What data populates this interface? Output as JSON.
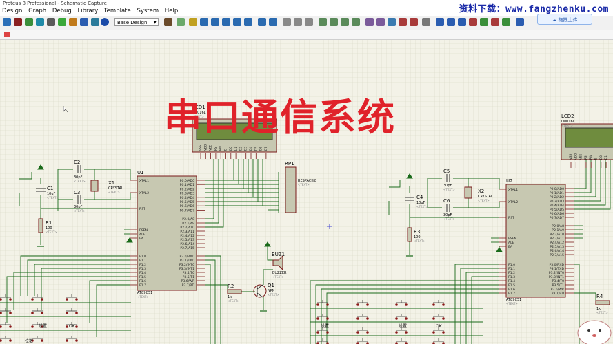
{
  "window": {
    "title": "Proteus 8 Professional - Schematic Capture"
  },
  "menu": [
    "Design",
    "Graph",
    "Debug",
    "Library",
    "Template",
    "System",
    "Help"
  ],
  "watermark": "资料下载：www.fangzhenku.com",
  "toolbar": {
    "style_select": "Base Design",
    "upload_label": "拖拽上传"
  },
  "canvas": {
    "title": "串口通信系统",
    "lcd1": {
      "ref": "LCD1",
      "part": "LM016L",
      "text": "<TEXT>"
    },
    "lcd2": {
      "ref": "LCD2",
      "part": "LM016L",
      "text": "<TEXT>"
    },
    "u1": {
      "ref": "U1",
      "part": "AT89C51",
      "text": "<TEXT>"
    },
    "u2": {
      "ref": "U2",
      "part": "AT89C51",
      "text": "<TEXT>"
    },
    "rp1": {
      "ref": "RP1",
      "part": "RESPACK-8",
      "text": "<TEXT>"
    },
    "buz1": {
      "ref": "BUZ1",
      "part": "BUZZER",
      "text": "<TEXT>"
    },
    "q1": {
      "ref": "Q1",
      "part": "NPN",
      "text": "<TEXT>"
    },
    "r1": {
      "ref": "R1",
      "value": "100",
      "text": "<TEXT>"
    },
    "r2": {
      "ref": "R2",
      "value": "1k",
      "text": "<TEXT>"
    },
    "r3": {
      "ref": "R3",
      "value": "100",
      "text": "<TEXT>"
    },
    "r4": {
      "ref": "R4",
      "value": "1k",
      "text": "<TEXT>"
    },
    "c1": {
      "ref": "C1",
      "value": "10uF",
      "text": "<TEXT>"
    },
    "c2": {
      "ref": "C2",
      "value": "30pF",
      "text": "<TEXT>"
    },
    "c3": {
      "ref": "C3",
      "value": "30pF",
      "text": "<TEXT>"
    },
    "c4": {
      "ref": "C4",
      "value": "10uF",
      "text": "<TEXT>"
    },
    "c5": {
      "ref": "C5",
      "value": "30pF",
      "text": "<TEXT>"
    },
    "c6": {
      "ref": "C6",
      "value": "30pF",
      "text": "<TEXT>"
    },
    "x1": {
      "ref": "X1",
      "part": "CRYSTAL",
      "text": "<TEXT>"
    },
    "x2": {
      "ref": "X2",
      "part": "CRYSTAL",
      "text": "<TEXT>"
    },
    "u1_left_pins": [
      "XTAL1",
      "XTAL2",
      "RST",
      "PSEN",
      "ALE",
      "EA",
      "P1.0",
      "P1.1",
      "P1.2",
      "P1.3",
      "P1.4",
      "P1.5",
      "P1.6",
      "P1.7"
    ],
    "u1_right_pins": [
      "P0.0/AD0",
      "P0.1/AD1",
      "P0.2/AD2",
      "P0.3/AD3",
      "P0.4/AD4",
      "P0.5/AD5",
      "P0.6/AD6",
      "P0.7/AD7",
      "P2.0/A8",
      "P2.1/A9",
      "P2.2/A10",
      "P2.3/A11",
      "P2.4/A12",
      "P2.5/A13",
      "P2.6/A14",
      "P2.7/A15",
      "P3.0/RXD",
      "P3.1/TXD",
      "P3.2/INT0",
      "P3.3/INT1",
      "P3.4/T0",
      "P3.5/T1",
      "P3.6/WR",
      "P3.7/RD"
    ],
    "lcd_pins": [
      "VSS",
      "VDD",
      "VEE",
      "RS",
      "RW",
      "E",
      "D0",
      "D1",
      "D2",
      "D3",
      "D4",
      "D5",
      "D6",
      "D7"
    ],
    "button_labels": {
      "set": "设置",
      "ok": "OK",
      "digit": "位数"
    }
  }
}
